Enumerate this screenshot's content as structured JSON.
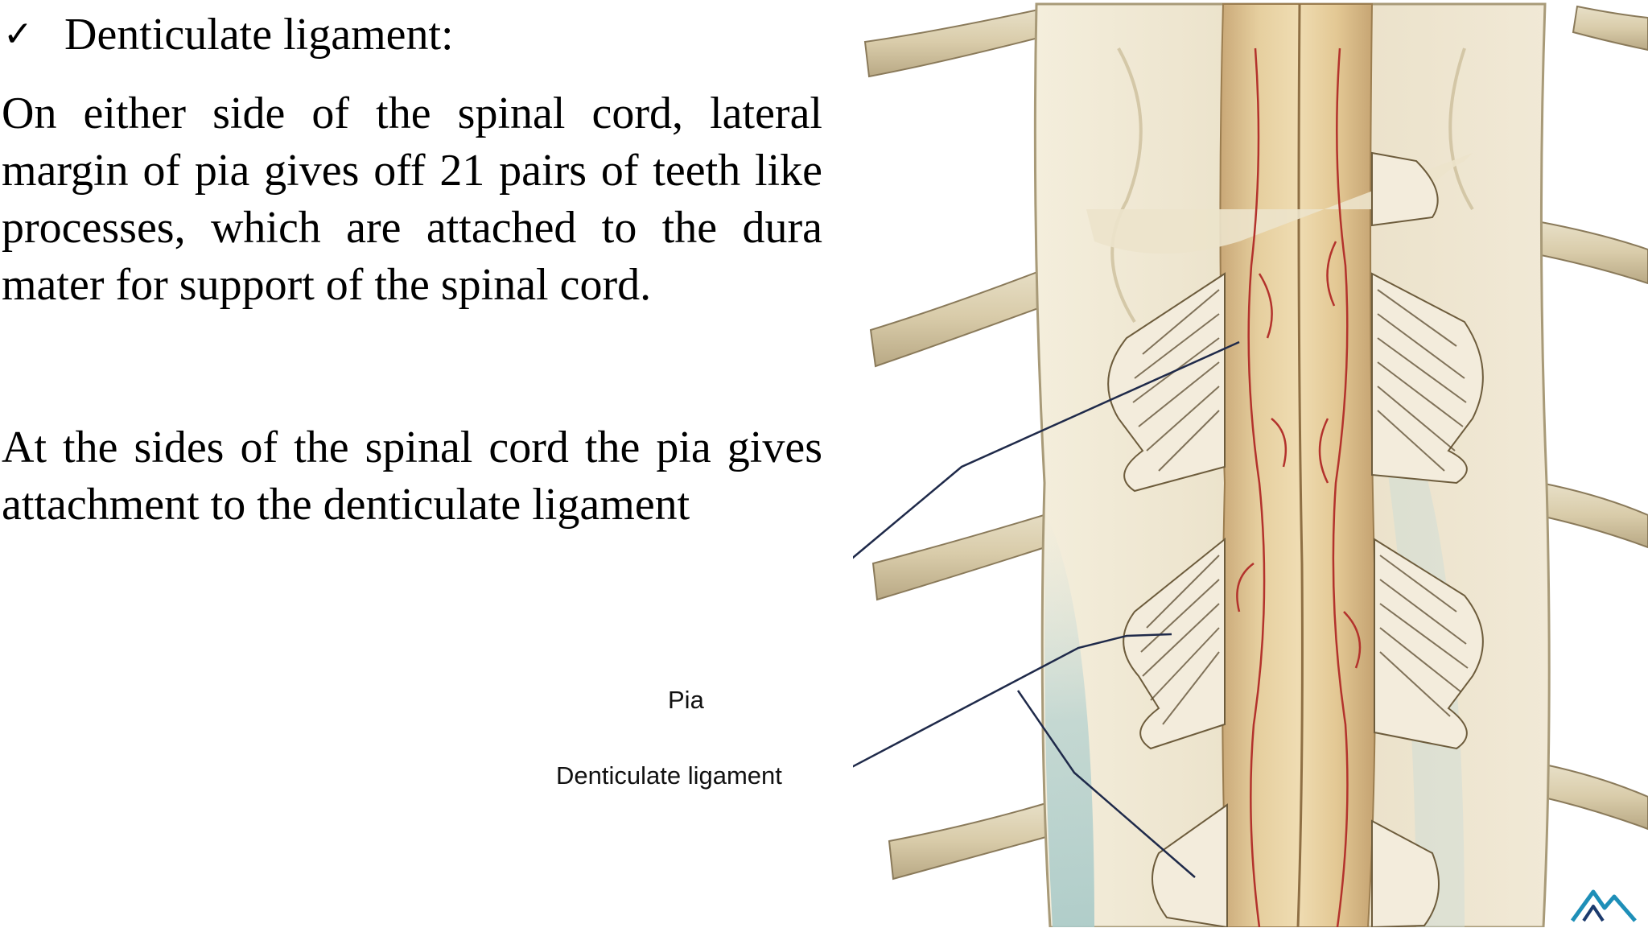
{
  "heading": {
    "check_glyph": "✓",
    "text": "Denticulate ligament:"
  },
  "paragraph_1": "On either side of the spinal cord, lateral margin of pia gives off 21 pairs of teeth like processes, which are attached to the dura mater for support of the spinal cord.",
  "paragraph_2": "At the sides of the spinal cord the pia gives attachment to the denticulate ligament",
  "figure": {
    "labels": {
      "pia": "Pia",
      "denticulate_ligament": "Denticulate ligament"
    },
    "icon": "spinal-cord-illustration",
    "colors": {
      "dura": "#efe6d0",
      "dura_shade": "#c9d8d4",
      "cord": "#e2c99a",
      "vessel": "#b3322c",
      "ligament": "#f3ecdc",
      "leader_line": "#1f2a4a"
    }
  },
  "logo": {
    "icon": "mountain-logo-icon",
    "color": "#1e8fb8"
  }
}
